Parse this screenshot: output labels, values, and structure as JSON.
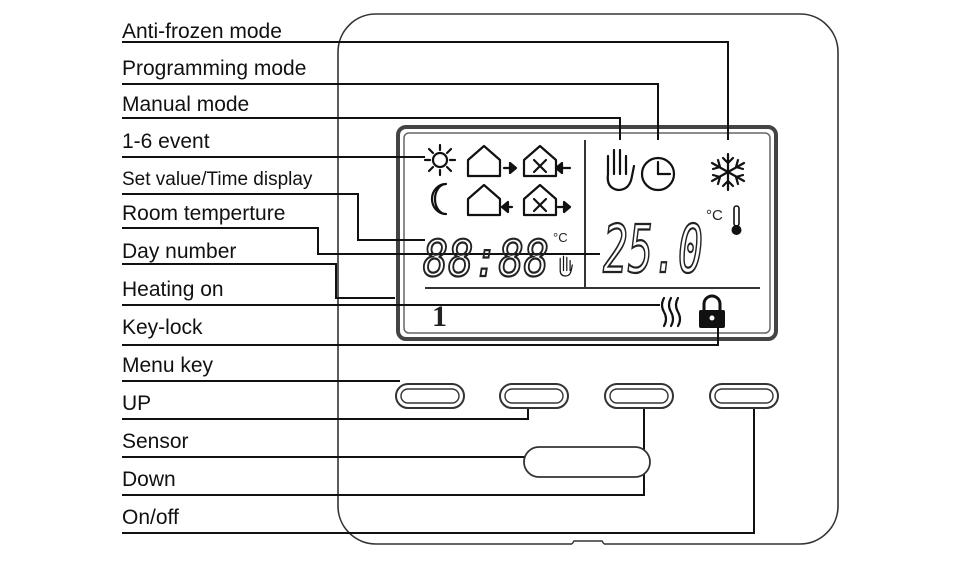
{
  "labels": {
    "anti_frozen": "Anti-frozen mode",
    "programming": "Programming mode",
    "manual": "Manual mode",
    "event": "1-6 event",
    "set_value": "Set value/Time display",
    "room_temp": "Room temperture",
    "day_number": "Day number",
    "heating_on": "Heating on",
    "key_lock": "Key-lock",
    "menu_key": "Menu key",
    "up": "UP",
    "sensor": "Sensor",
    "down": "Down",
    "on_off": "On/off"
  },
  "display": {
    "time_digits": "88:88",
    "time_unit": "°C",
    "room_temperature": "25.0",
    "temp_unit": "°C",
    "day_number": "1"
  },
  "icons": {
    "sun": "sun-icon",
    "moon": "moon-icon",
    "home_in": "home-arrive-icon",
    "home_out": "home-leave-icon",
    "away_in": "away-arrive-icon",
    "away_out": "away-leave-icon",
    "hand": "hand-icon",
    "clock": "clock-icon",
    "snowflake": "snowflake-icon",
    "thermometer": "thermometer-icon",
    "heat_waves": "heating-waves-icon",
    "padlock": "padlock-icon"
  }
}
